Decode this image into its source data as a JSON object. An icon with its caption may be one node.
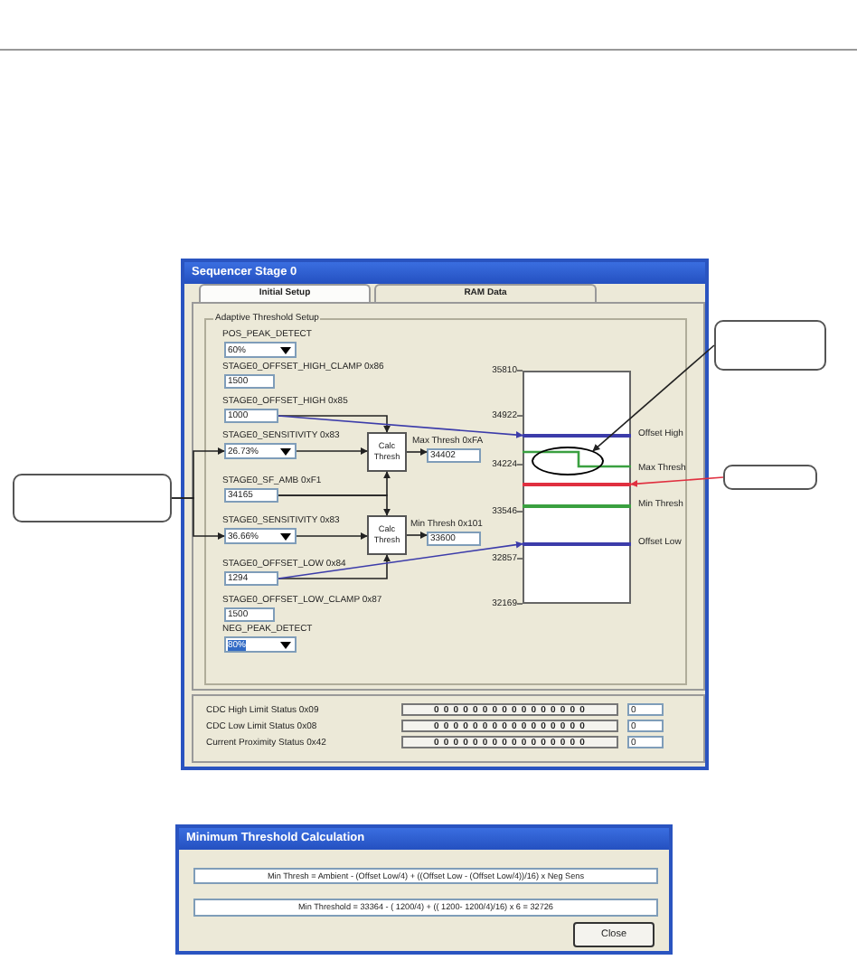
{
  "diagram": {
    "nodes": [
      {
        "text": [
          "Sequencer Stage 0"
        ]
      },
      {
        "text": [
          "Adaptive Threshold Setup"
        ],
        "in": 0
      },
      {
        "text": [
          "60%"
        ],
        "in": 1,
        "beside": [
          "POS_PEAK_DETECT"
        ]
      },
      {
        "text": [
          "1500"
        ],
        "in": 1,
        "beside": [
          "STAGE0_OFFSET_HIGH_CLAMP 0x86"
        ]
      },
      {
        "text": [
          "1000"
        ],
        "in": 1,
        "beside": [
          "STAGE0_OFFSET_HIGH 0x85"
        ]
      },
      {
        "text": [
          "26.73%"
        ],
        "in": 1,
        "beside": [
          "STAGE0_SENSITIVITY 0x83"
        ]
      },
      {
        "text": [
          "Calc Thresh"
        ],
        "in": 1
      },
      {
        "text": [
          "34402"
        ],
        "in": 1,
        "beside": [
          "Max Thresh 0xFA"
        ]
      },
      {
        "text": [
          "34165"
        ],
        "in": 1,
        "beside": [
          "STAGE0_SF_AMB 0xF1"
        ]
      },
      {
        "text": [
          "36.66%"
        ],
        "in": 1,
        "beside": [
          "STAGE0_SENSITIVITY 0x83"
        ]
      },
      {
        "text": [
          "Calc Thresh"
        ],
        "in": 1
      },
      {
        "text": [
          "33600"
        ],
        "in": 1,
        "beside": [
          "Min Thresh 0x101"
        ]
      },
      {
        "text": [
          "1294"
        ],
        "in": 1,
        "beside": [
          "STAGE0_OFFSET_LOW 0x84"
        ]
      },
      {
        "text": [
          "1500"
        ],
        "in": 1,
        "beside": [
          "STAGE0_OFFSET_LOW_CLAMP 0x87"
        ]
      },
      {
        "text": [
          "80%"
        ],
        "in": 1,
        "beside": [
          "NEG_PEAK_DETECT"
        ]
      },
      {
        "text": [],
        "shape": "box",
        "in": 1
      },
      {
        "text": [],
        "shape": "line",
        "in": 15,
        "beside": [
          "Offset High"
        ]
      },
      {
        "text": [],
        "shape": "line",
        "in": 15,
        "beside": [
          "Max Thresh"
        ]
      },
      {
        "text": [],
        "shape": "line",
        "in": 15
      },
      {
        "text": [],
        "shape": "line",
        "in": 15,
        "beside": [
          "Min Thresh"
        ]
      },
      {
        "text": [],
        "shape": "line",
        "in": 15,
        "beside": [
          "Offset Low"
        ]
      },
      {
        "text": [],
        "shape": "ellipse",
        "in": 15
      },
      {
        "text": [],
        "shape": "box"
      },
      {
        "text": [],
        "shape": "box"
      },
      {
        "text": [],
        "shape": "box"
      },
      {
        "text": [
          "Minimum Threshold Calculation"
        ]
      },
      {
        "text": [
          "Min Thresh = Ambient - (Offset Low/4) + ((Offset Low - (Offset Low/4))/16) x Neg Sens"
        ],
        "in": 25
      },
      {
        "text": [
          "Min Threshold = 33364 - ( 1200/4) + (( 1200- 1200/4)/16) x 6 = 32726"
        ],
        "in": 25
      },
      {
        "text": [
          "Close"
        ],
        "in": 25
      }
    ],
    "edges": [
      {
        "from": 4,
        "to": 6,
        "arrow": "to"
      },
      {
        "from": 5,
        "to": 6,
        "arrow": "to"
      },
      {
        "from": 6,
        "to": 7,
        "arrow": "to"
      },
      {
        "from": 8,
        "to": 6,
        "arrow": "to"
      },
      {
        "from": 8,
        "to": 10,
        "arrow": "to"
      },
      {
        "from": 9,
        "to": 10,
        "arrow": "to"
      },
      {
        "from": 10,
        "to": 11,
        "arrow": "to"
      },
      {
        "from": 12,
        "to": 10,
        "arrow": "to"
      },
      {
        "from": 4,
        "to": 16,
        "arrow": "to",
        "color": "#3c3caa"
      },
      {
        "from": 12,
        "to": 20,
        "arrow": "to",
        "color": "#3c3caa"
      },
      {
        "from": 22,
        "to": 21,
        "arrow": "to"
      },
      {
        "from": 23,
        "to": 18,
        "arrow": "to",
        "color": "#e03040"
      },
      {
        "from": 24,
        "to": 5,
        "arrow": "to"
      },
      {
        "from": 24,
        "to": 9,
        "arrow": "to"
      }
    ],
    "labels": [
      "Initial Setup",
      "RAM Data",
      "35810",
      "34922",
      "34224",
      "33546",
      "32857",
      "32169",
      "CDC High Limit Status 0x09",
      "0 0 0 0 0 0 0 0 0 0 0 0 0 0 0 0",
      "0",
      "CDC Low Limit Status 0x08",
      "0 0 0 0 0 0 0 0 0 0 0 0 0 0 0 0",
      "0",
      "Current Proximity Status 0x42",
      "0 0 0 0 0 0 0 0 0 0 0 0 0 0 0 0",
      "0"
    ]
  }
}
